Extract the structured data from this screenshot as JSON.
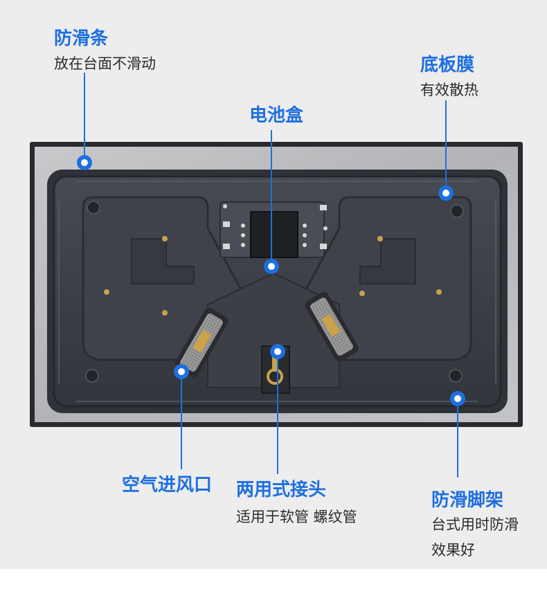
{
  "callouts": {
    "anti_slip_strip": {
      "title": "防滑条",
      "desc": "放在台面不滑动"
    },
    "base_film": {
      "title": "底板膜",
      "desc": "有效散热"
    },
    "battery_box": {
      "title": "电池盒"
    },
    "air_inlet": {
      "title": "空气进风口"
    },
    "dual_connector": {
      "title": "两用式接头",
      "desc": "适用于软管 螺纹管"
    },
    "anti_slip_feet": {
      "title": "防滑脚架",
      "desc_line1": "台式用时防滑",
      "desc_line2": "效果好"
    }
  },
  "colors": {
    "accent": "#1e6fe0",
    "text": "#2b2b2b",
    "background": "#ededed",
    "panel_frame": "#2a2a2e",
    "panel_body": "#3a3d44"
  }
}
